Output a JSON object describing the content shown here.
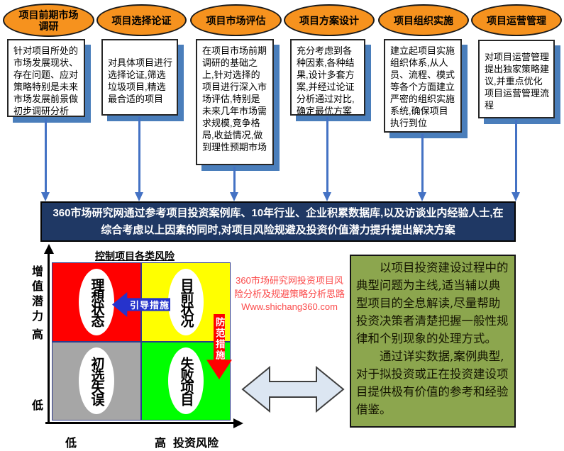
{
  "stages": [
    {
      "title": "项目前期市场调研",
      "desc": "针对项目所处的市场发展现状、存在问题、应对策略特别是未来市场发展前景做初步调研分析"
    },
    {
      "title": "项目选择论证",
      "desc": "对具体项目进行选择论证,筛选垃圾项目,精选最合适的项目"
    },
    {
      "title": "项目市场评估",
      "desc": "在项目市场前期调研的基础之上,针对选择的项目进行深入市场评估,特别是未来几年市场需求规模,竞争格局,收益情况,做到理性预期市场"
    },
    {
      "title": "项目方案设计",
      "desc": "充分考虑到各种因素,各种结果,设计多套方案,并经过论证分析通过对比,确定最优方案"
    },
    {
      "title": "项目组织实施",
      "desc": "建立起项目实施组织体系,从人员、流程、模式等各个方面建立严密的组织实施系统,确保项目执行到位"
    },
    {
      "title": "项目运营管理",
      "desc": "对项目运营管理提出独家策略建议,并重点优化项目运营管理流程"
    }
  ],
  "banner": {
    "text": "360市场研究网通过参考项目投资案例库、10年行业、企业积累数据库,以及访谈业内经验人士,在综合考虑以上因素的同时,对项目风险规避及投资价值潜力提升提出解决方案",
    "bg_color": "#1f3864"
  },
  "watermark": {
    "line1": "360市场研究网投资项目风",
    "line2": "险分析及规避策略分析思路",
    "line3": "Www.shichang360.com",
    "color": "#fb4b4b"
  },
  "matrix": {
    "title": "控制项目各类风险",
    "y_axis": {
      "label": "增值潜力",
      "high": "高",
      "low": "低"
    },
    "x_axis": {
      "low": "低",
      "high": "高",
      "label": "投资风险"
    },
    "quadrants": [
      {
        "position": "top-left",
        "label": "理想状态",
        "color": "#ff0000"
      },
      {
        "position": "top-right",
        "label": "目前状况",
        "color": "#ffff00"
      },
      {
        "position": "bottom-left",
        "label": "初选失误",
        "color": "#a6a6a6"
      },
      {
        "position": "bottom-right",
        "label": "失败项目",
        "color": "#00ff00"
      }
    ],
    "guide_arrow": {
      "label": "引导措施",
      "color": "#2633cc",
      "direction": "left"
    },
    "prevent_arrow": {
      "label": "防范措施",
      "color": "#ff0000",
      "direction": "down"
    }
  },
  "panel": {
    "paragraph1": "以项目投资建设过程中的典型问题为主线,适当辅以典型项目的全息解读,尽量帮助投资决策者清楚把握一般性规律和个别现象的处理方式。",
    "paragraph2": "通过详实数据,案例典型,对于拟投资或正在投资建设项目提供极有价值的参考和经验借鉴。",
    "bg_color": "#8ca64e"
  },
  "colors": {
    "stage_ellipse": "#f6921e",
    "box_shadow": "#4a7ebb",
    "connector": "#4472c4",
    "matrix_divider": "#2e3a8c",
    "double_arrow_fill": "#dce6f2"
  }
}
